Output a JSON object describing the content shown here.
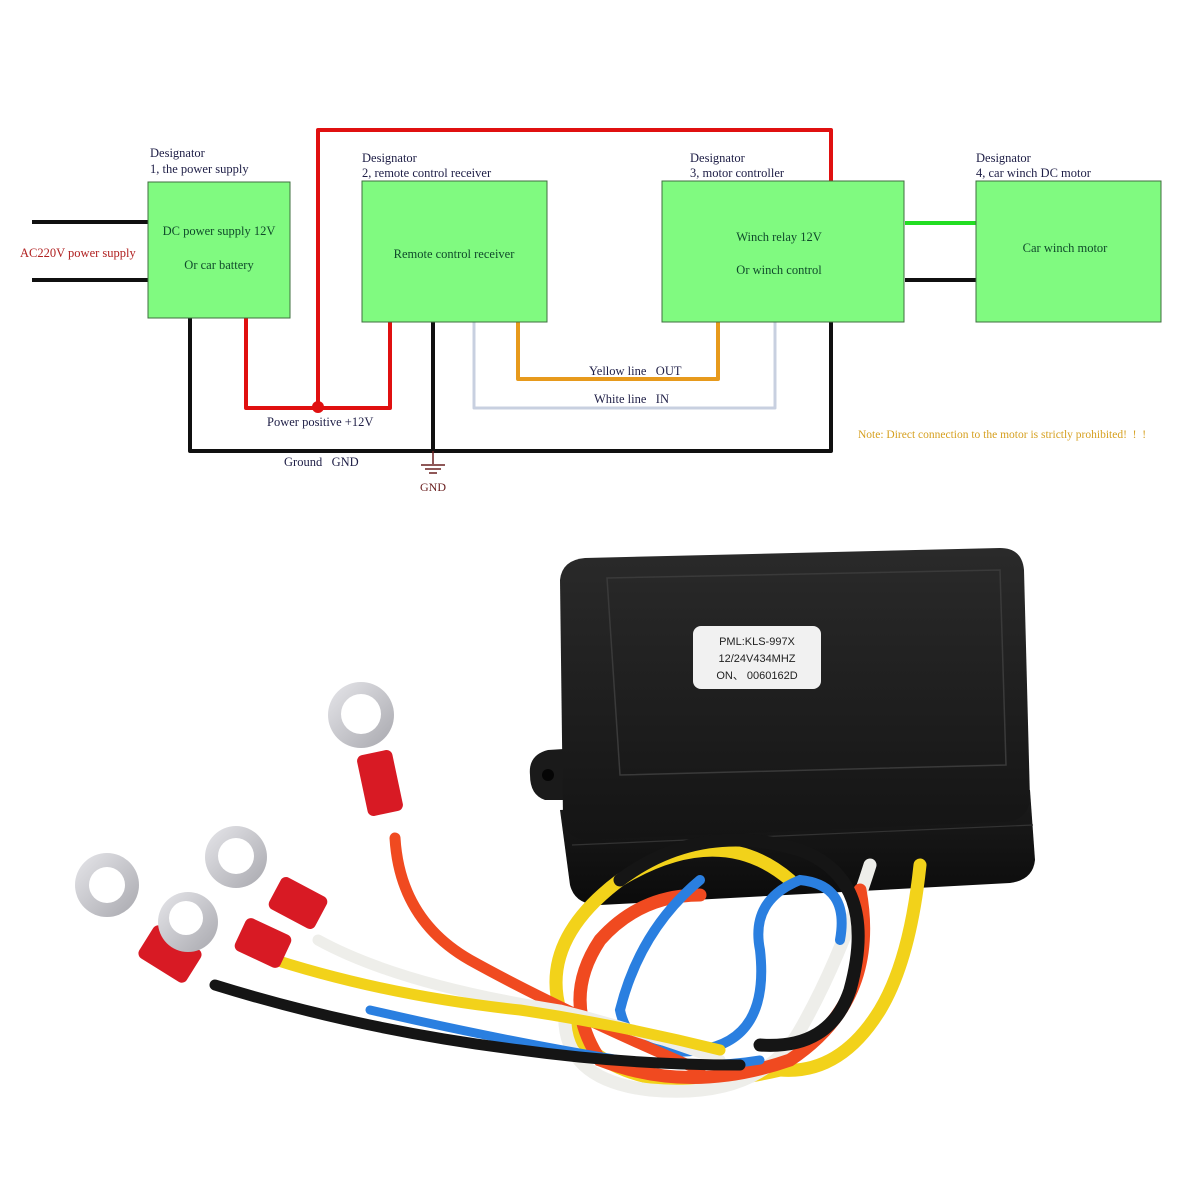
{
  "diagram": {
    "colors": {
      "box_fill": "#80fa80",
      "box_border": "#3f6f3f",
      "box_text": "#0f4a2a",
      "designator_text": "#1e1e46",
      "positive_wire": "#e01010",
      "ground_wire": "#101010",
      "yellow_wire": "#e79a1c",
      "white_wire": "#c8d0e0",
      "motor_wire": "#22dd22",
      "ac_label": "#b02020",
      "note_text": "#d6a020"
    },
    "ac_input_label": "AC220V power supply",
    "blocks": [
      {
        "id": "power-supply",
        "designator_line1": "Designator",
        "designator_line2": "1, the power supply",
        "text_line1": "DC power supply 12V",
        "text_line2": "Or car battery"
      },
      {
        "id": "remote-receiver",
        "designator_line1": "Designator",
        "designator_line2": "2, remote control receiver",
        "text_line1": "Remote control receiver",
        "text_line2": ""
      },
      {
        "id": "motor-controller",
        "designator_line1": "Designator",
        "designator_line2": "3, motor controller",
        "text_line1": "Winch relay 12V",
        "text_line2": "Or winch control"
      },
      {
        "id": "winch-motor",
        "designator_line1": "Designator",
        "designator_line2": "4, car winch DC motor",
        "text_line1": "Car winch motor",
        "text_line2": ""
      }
    ],
    "wire_labels": {
      "positive": "Power positive +12V",
      "ground": "Ground   GND",
      "yellow": "Yellow line   OUT",
      "white": "White line   IN",
      "gnd_symbol": "GND"
    },
    "note": "Note: Direct connection to the motor is strictly prohibited!  !  !"
  },
  "product": {
    "label_line1": "PML:KLS-997X",
    "label_line2": "12/24V434MHZ",
    "label_line3": "ON、 0060162D",
    "housing_color": "#1a1a1a",
    "wire_colors": [
      "#f04a20",
      "#f2f2ee",
      "#f2d21a",
      "#2a7fe0",
      "#151515"
    ],
    "terminal_color": "#d81a24",
    "ring_color": "#c8c8cc"
  }
}
